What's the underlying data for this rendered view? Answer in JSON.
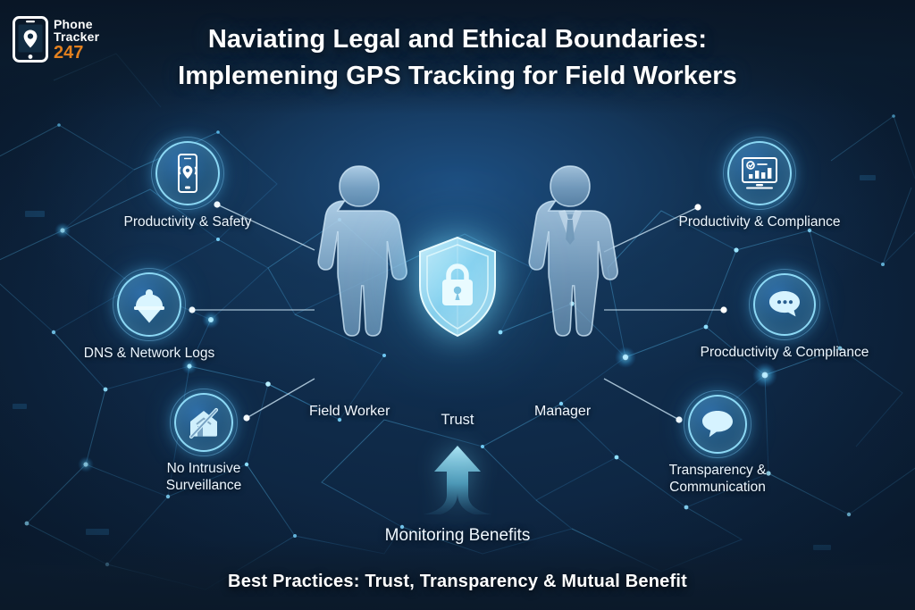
{
  "brand": {
    "line1": "Phone",
    "line2": "Tracker",
    "line3": "247",
    "accent_color": "#e2801f",
    "icon": "phone-gps-pin-icon"
  },
  "title": {
    "line1": "Naviating Legal and Ethical Boundaries:",
    "line2": "Implemening GPS Tracking for Field Workers"
  },
  "center": {
    "left_person_label": "Field Worker",
    "right_person_label": "Manager",
    "shield_label": "Trust",
    "shield_icon": "shield-padlock-icon",
    "arrow_icon": "upward-arrow-icon",
    "arrow_label": "Monitoring Benefits"
  },
  "left_nodes": [
    {
      "id": "productivity-safety",
      "label": "Productivity & Safety",
      "icon": "mobile-gps-tracking-icon"
    },
    {
      "id": "dns-network-logs",
      "label": "DNS & Network Logs",
      "icon": "hardhat-download-icon"
    },
    {
      "id": "no-intrusive-surveillance",
      "label": "No Intrusive\nSurveillance",
      "icon": "no-house-surveillance-icon"
    }
  ],
  "right_nodes": [
    {
      "id": "productivity-compliance-1",
      "label": "Productivity & Compliance",
      "icon": "monitor-bar-chart-icon"
    },
    {
      "id": "productivity-compliance-2",
      "label": "Procductivity & Compliance",
      "icon": "chat-bubble-dots-icon"
    },
    {
      "id": "transparency-communication",
      "label": "Transparency &\nCommunication",
      "icon": "speech-bubble-icon"
    }
  ],
  "footer": {
    "text": "Best Practices: Trust, Transparency & Mutual Benefit"
  },
  "colors": {
    "background_deep": "#0b1d33",
    "background_mid": "#11304f",
    "glow_cyan": "#7fd8ff",
    "node_ring": "#96e4ff",
    "text_primary": "#ffffff",
    "brand_orange": "#e2801f"
  }
}
